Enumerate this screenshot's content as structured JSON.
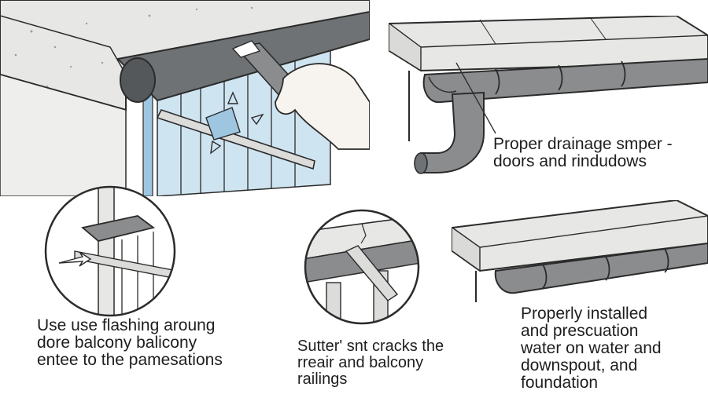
{
  "captions": {
    "drainage": "Proper drainage smper -\ndoors and rindudows",
    "flashing": "Use use flashing aroung\ndore balcony balicony\nentee to the pamesations",
    "cracks": "Sutter' snt cracks the\nrreair and balcony\nrailings",
    "gutter": "Properly installed\nand prescuation\nwater on water and\ndownspout, and\nfoundation"
  },
  "colors": {
    "outline": "#2b2b2b",
    "concrete": "#e7e7e5",
    "metal_gray": "#8a8c8e",
    "glass_blue": "#cfe4f1",
    "tape_blue": "#9fc6e0",
    "skin": "#f7f3ee"
  }
}
